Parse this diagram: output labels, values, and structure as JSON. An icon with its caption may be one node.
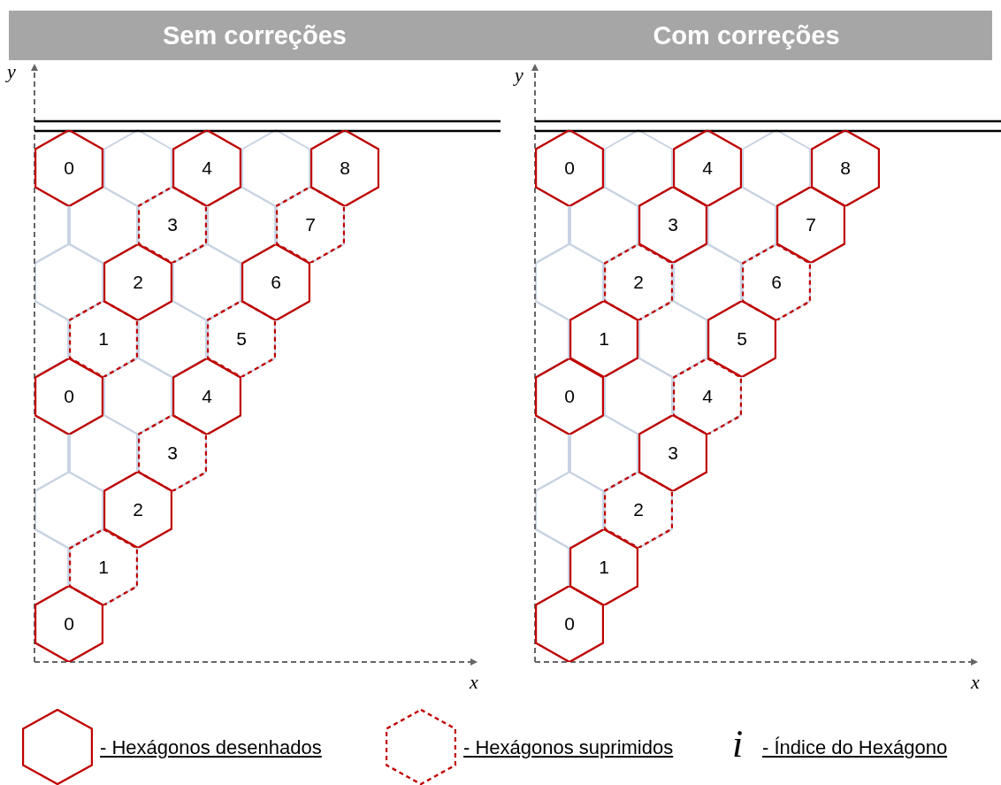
{
  "diagram": {
    "nodes": [
      {
        "text": [
          "Sem correções"
        ]
      },
      {
        "text": [
          "0"
        ],
        "in": 0
      },
      {
        "text": [
          "4"
        ],
        "in": 0
      },
      {
        "text": [
          "8"
        ],
        "in": 0
      },
      {
        "text": [
          "3"
        ],
        "in": 0
      },
      {
        "text": [
          "7"
        ],
        "in": 0
      },
      {
        "text": [
          "2"
        ],
        "in": 0
      },
      {
        "text": [
          "6"
        ],
        "in": 0
      },
      {
        "text": [
          "1"
        ],
        "in": 0
      },
      {
        "text": [
          "5"
        ],
        "in": 0
      },
      {
        "text": [
          "0"
        ],
        "in": 0
      },
      {
        "text": [
          "4"
        ],
        "in": 0
      },
      {
        "text": [
          "3"
        ],
        "in": 0
      },
      {
        "text": [
          "2"
        ],
        "in": 0
      },
      {
        "text": [
          "1"
        ],
        "in": 0
      },
      {
        "text": [
          "0"
        ],
        "in": 0
      },
      {
        "text": [
          "Com correções"
        ]
      },
      {
        "text": [
          "0"
        ],
        "in": 16
      },
      {
        "text": [
          "4"
        ],
        "in": 16
      },
      {
        "text": [
          "8"
        ],
        "in": 16
      },
      {
        "text": [
          "3"
        ],
        "in": 16
      },
      {
        "text": [
          "7"
        ],
        "in": 16
      },
      {
        "text": [
          "2"
        ],
        "in": 16
      },
      {
        "text": [
          "6"
        ],
        "in": 16
      },
      {
        "text": [
          "1"
        ],
        "in": 16
      },
      {
        "text": [
          "5"
        ],
        "in": 16
      },
      {
        "text": [
          "0"
        ],
        "in": 16
      },
      {
        "text": [
          "4"
        ],
        "in": 16
      },
      {
        "text": [
          "3"
        ],
        "in": 16
      },
      {
        "text": [
          "2"
        ],
        "in": 16
      },
      {
        "text": [
          "1"
        ],
        "in": 16
      },
      {
        "text": [
          "0"
        ],
        "in": 16
      }
    ],
    "edges": [],
    "labels": [
      "y",
      "y",
      "x",
      "x",
      "i"
    ],
    "legend": [
      {
        "text": "- Hexágonos desenhados"
      },
      {
        "text": "- Hexágonos suprimidos"
      },
      {
        "text": "- Índice do Hexágono"
      }
    ]
  }
}
